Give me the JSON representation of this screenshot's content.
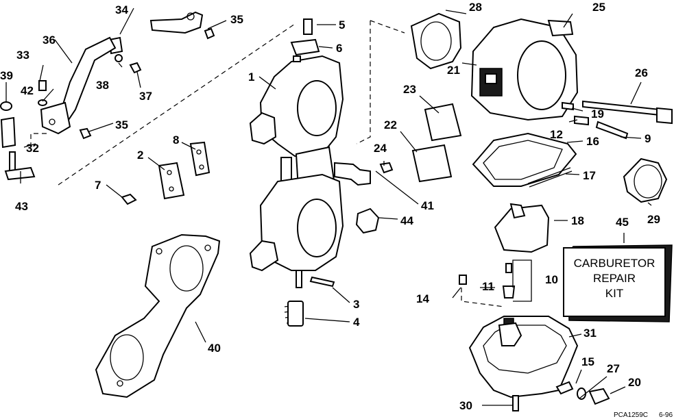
{
  "callouts": {
    "c1": "1",
    "c2": "2",
    "c3": "3",
    "c4": "4",
    "c5": "5",
    "c6": "6",
    "c7": "7",
    "c8": "8",
    "c9": "9",
    "c10": "10",
    "c11": "11",
    "c12": "12",
    "c14": "14",
    "c15": "15",
    "c16": "16",
    "c17": "17",
    "c18": "18",
    "c19": "19",
    "c20": "20",
    "c21": "21",
    "c22": "22",
    "c23": "23",
    "c24": "24",
    "c25": "25",
    "c26": "26",
    "c27": "27",
    "c28": "28",
    "c29": "29",
    "c30": "30",
    "c31": "31",
    "c32": "32",
    "c33": "33",
    "c34": "34",
    "c35a": "35",
    "c35b": "35",
    "c36": "36",
    "c37": "37",
    "c38": "38",
    "c39": "39",
    "c40": "40",
    "c41": "41",
    "c42": "42",
    "c43": "43",
    "c44": "44",
    "c45": "45"
  },
  "repair_kit": {
    "line1": "CARBURETOR",
    "line2": "REPAIR",
    "line3": "KIT"
  },
  "footer": {
    "drawing_code": "PCA1259C",
    "date": "6-96"
  }
}
